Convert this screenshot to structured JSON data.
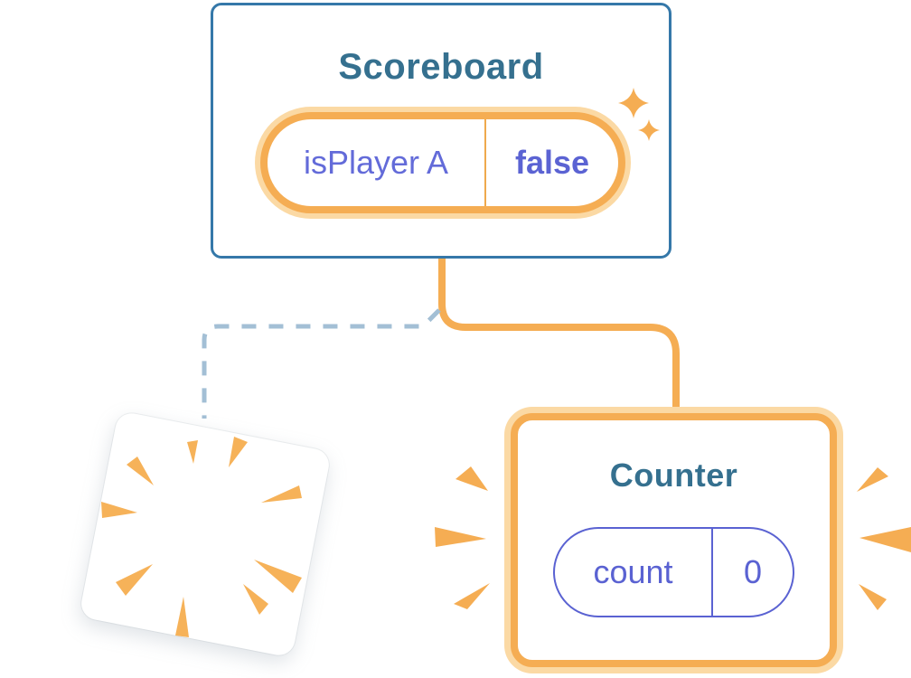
{
  "diagram": {
    "description": "Component state diagram: Scoreboard keeps state, Counter is re-created, old component destroyed",
    "scoreboard": {
      "title": "Scoreboard",
      "state": {
        "key": "isPlayer A",
        "value": "false"
      }
    },
    "counter": {
      "title": "Counter",
      "state": {
        "key": "count",
        "value": "0"
      }
    },
    "destroyed_component": {
      "icon": "poof-burst-icon"
    },
    "icons": [
      "sparkle-icon",
      "poof-burst-icon",
      "emphasis-rays-icon"
    ],
    "colors": {
      "accent_orange": "#F5AD53",
      "orange_glow": "#FBD9A4",
      "burst_orange": "#F6B259",
      "state_purple": "#5B63D3",
      "title_teal": "#35708F",
      "box_border_blue": "#3578A9",
      "dashed_line_blue": "#A3BFD5",
      "background": "#FFFFFF"
    }
  }
}
